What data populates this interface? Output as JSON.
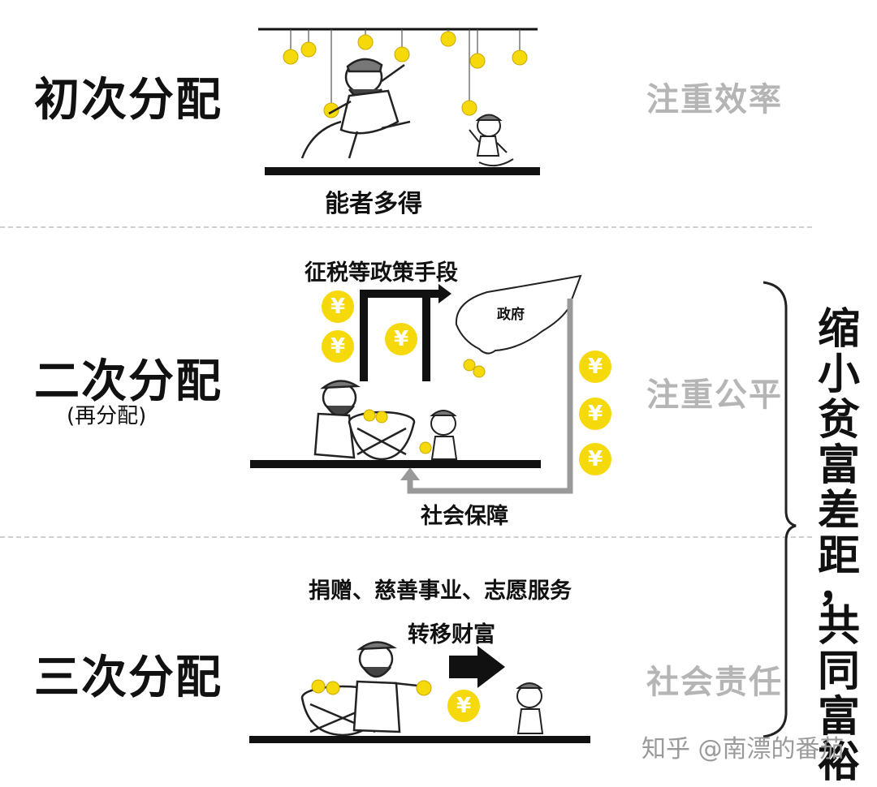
{
  "stage1": {
    "title": "初次分配",
    "principle": "注重效率",
    "caption": "能者多得"
  },
  "stage2": {
    "title": "二次分配",
    "subtitle": "(再分配)",
    "principle": "注重公平",
    "top_caption": "征税等政策手段",
    "hand_label": "政府",
    "bottom_caption": "社会保障"
  },
  "stage3": {
    "title": "三次分配",
    "principle": "社会责任",
    "top_caption": "捐赠、慈善事业、志愿服务",
    "arrow_caption": "转移财富"
  },
  "summary": {
    "chars": [
      "缩",
      "小",
      "贫",
      "富",
      "差",
      "距",
      "，",
      "共",
      "同",
      "富",
      "裕"
    ]
  },
  "coin_symbol": "¥",
  "watermark": "知乎 @南漂的番茄",
  "colors": {
    "coin": "#f5d90a",
    "gray_text": "#b5b5b5"
  }
}
